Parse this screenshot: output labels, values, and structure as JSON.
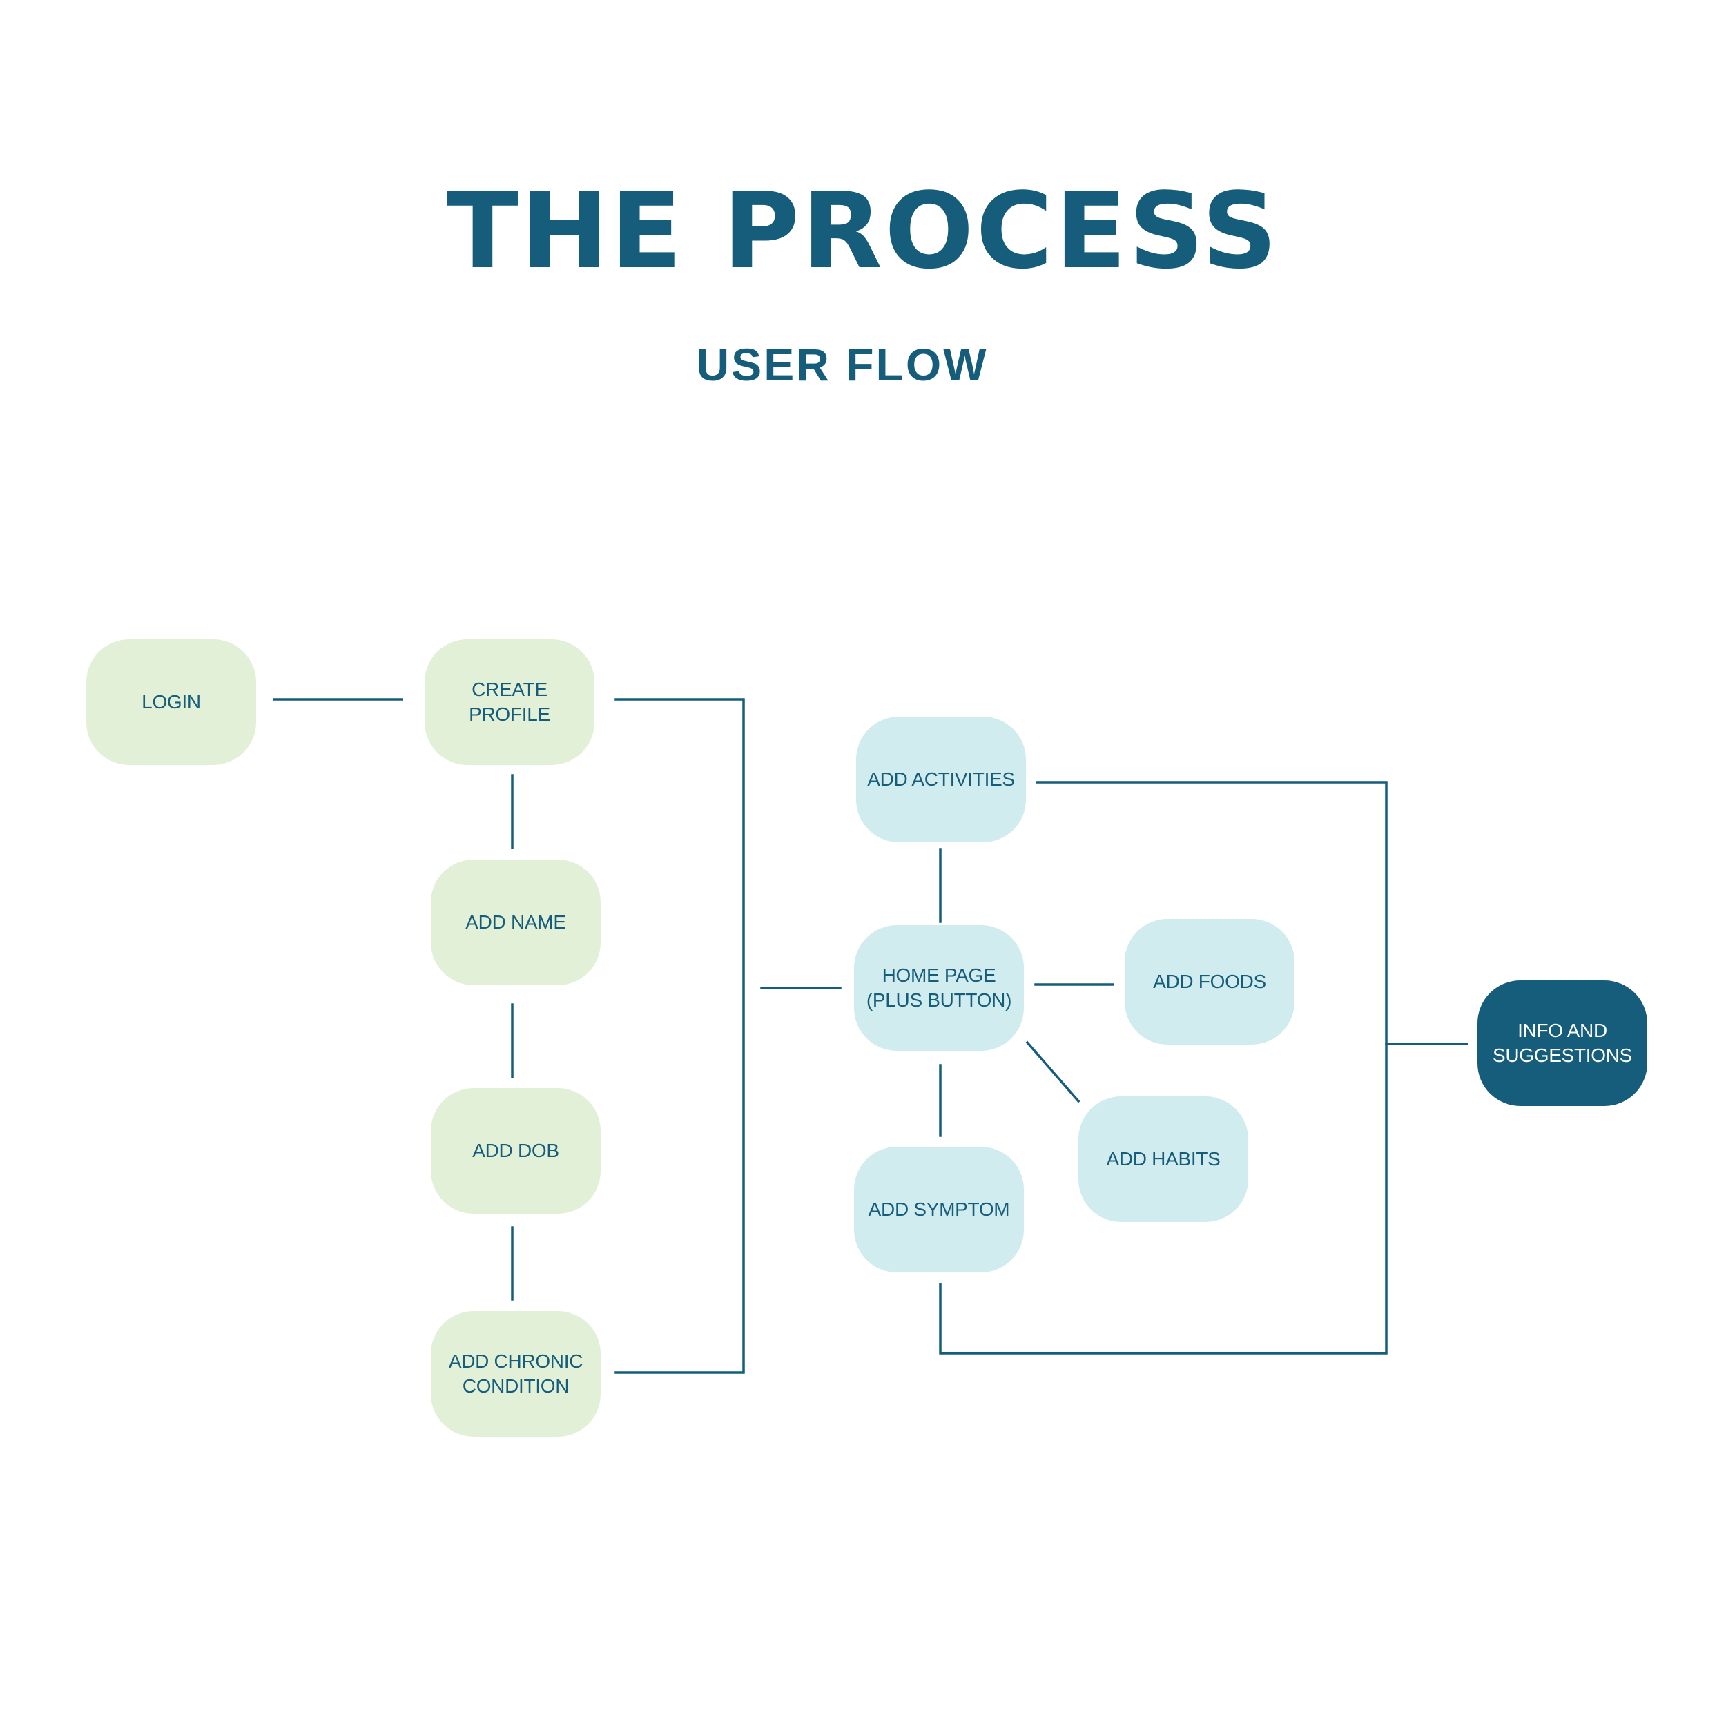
{
  "header": {
    "title": "THE PROCESS",
    "subtitle": "USER FLOW"
  },
  "colors": {
    "primary": "#155d7a",
    "green_node": "#e3f0d8",
    "blue_node": "#d0ecee",
    "dark_node": "#155d7a",
    "dark_node_text": "#ffffff",
    "background": "#ffffff"
  },
  "nodes": {
    "login": "LOGIN",
    "create_profile": "CREATE\nPROFILE",
    "add_name": "ADD NAME",
    "add_dob": "ADD DOB",
    "add_chronic_condition": "ADD CHRONIC\nCONDITION",
    "add_activities": "ADD ACTIVITIES",
    "home_page": "HOME PAGE\n(PLUS BUTTON)",
    "add_foods": "ADD FOODS",
    "add_habits": "ADD HABITS",
    "add_symptom": "ADD SYMPTOM",
    "info_and_suggestions": "INFO AND\nSUGGESTIONS"
  }
}
